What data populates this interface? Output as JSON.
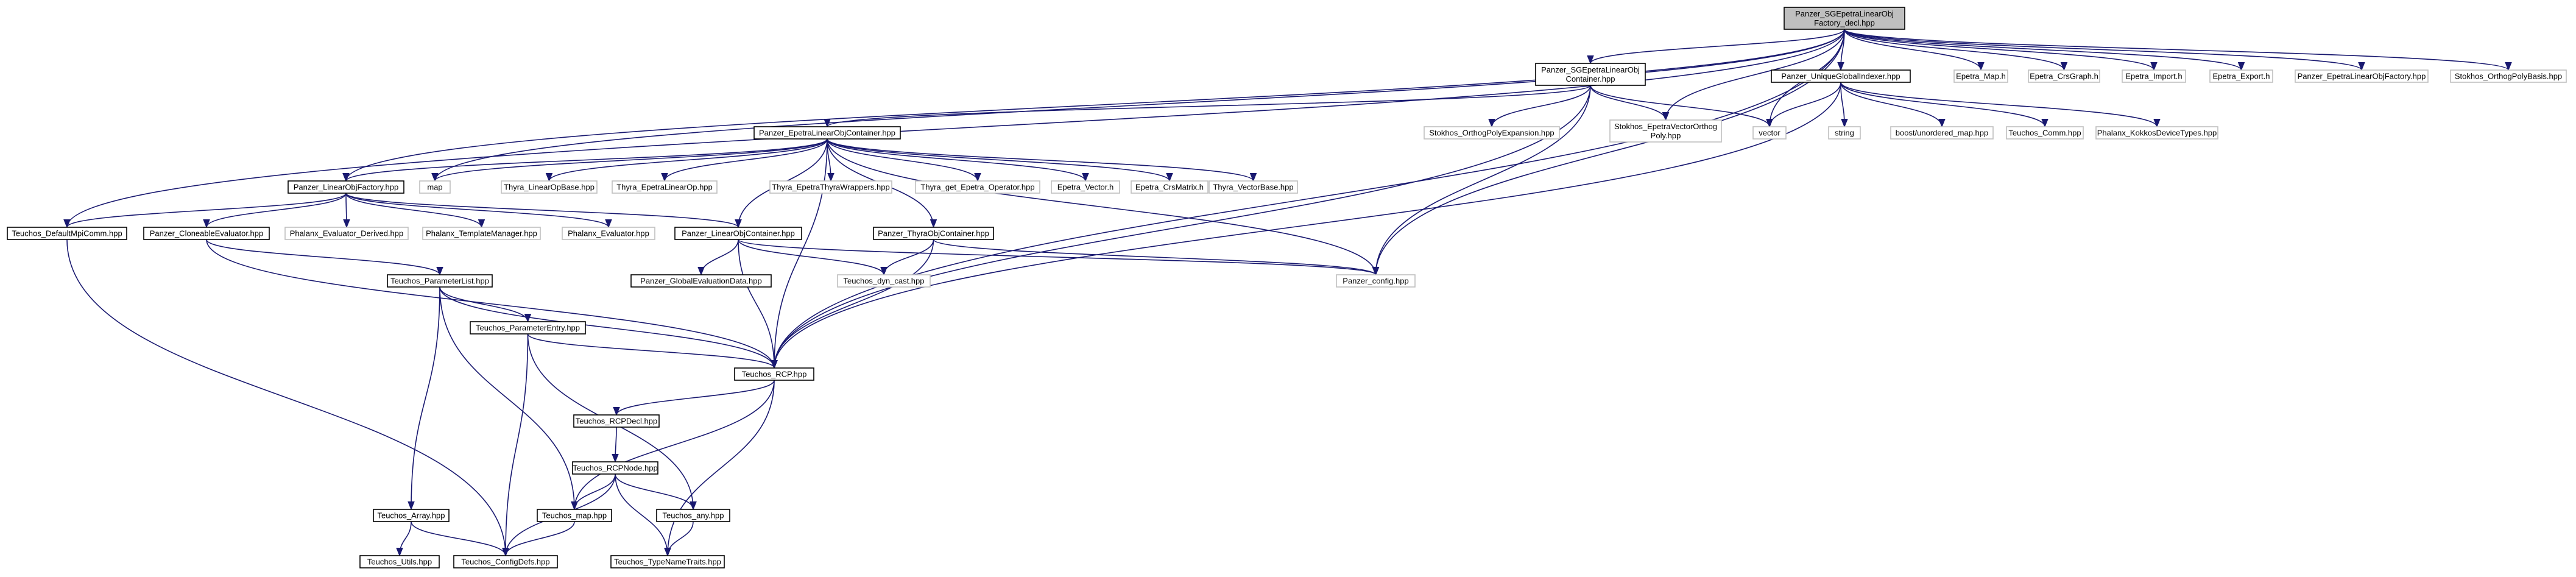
{
  "colors": {
    "edge": "#191970",
    "border_linked": "#000000",
    "border_external": "#bfbfbf",
    "root_fill": "#bfbfbf",
    "node_fill": "#ffffff"
  },
  "nodes": [
    {
      "id": "root",
      "lines": [
        "Panzer_SGEpetraLinearObj",
        "Factory_decl.hpp"
      ],
      "style": "root"
    },
    {
      "id": "sgcont",
      "lines": [
        "Panzer_SGEpetraLinearObj",
        "Container.hpp"
      ],
      "style": "linked"
    },
    {
      "id": "ugi",
      "lines": [
        "Panzer_UniqueGlobalIndexer.hpp"
      ],
      "style": "linked"
    },
    {
      "id": "emap",
      "lines": [
        "Epetra_Map.h"
      ],
      "style": "external"
    },
    {
      "id": "ecrs",
      "lines": [
        "Epetra_CrsGraph.h"
      ],
      "style": "external"
    },
    {
      "id": "eimp",
      "lines": [
        "Epetra_Import.h"
      ],
      "style": "external"
    },
    {
      "id": "eexp",
      "lines": [
        "Epetra_Export.h"
      ],
      "style": "external"
    },
    {
      "id": "pelof",
      "lines": [
        "Panzer_EpetraLinearObjFactory.hpp"
      ],
      "style": "external"
    },
    {
      "id": "sopb",
      "lines": [
        "Stokhos_OrthogPolyBasis.hpp"
      ],
      "style": "external"
    },
    {
      "id": "pelocont",
      "lines": [
        "Panzer_EpetraLinearObjContainer.hpp"
      ],
      "style": "linked"
    },
    {
      "id": "sope",
      "lines": [
        "Stokhos_OrthogPolyExpansion.hpp"
      ],
      "style": "external"
    },
    {
      "id": "sevop",
      "lines": [
        "Stokhos_EpetraVectorOrthog",
        "Poly.hpp"
      ],
      "style": "external"
    },
    {
      "id": "vector",
      "lines": [
        "vector"
      ],
      "style": "external"
    },
    {
      "id": "string",
      "lines": [
        "string"
      ],
      "style": "external"
    },
    {
      "id": "boostum",
      "lines": [
        "boost/unordered_map.hpp"
      ],
      "style": "external"
    },
    {
      "id": "tcomm",
      "lines": [
        "Teuchos_Comm.hpp"
      ],
      "style": "external"
    },
    {
      "id": "pkdt",
      "lines": [
        "Phalanx_KokkosDeviceTypes.hpp"
      ],
      "style": "external"
    },
    {
      "id": "plof",
      "lines": [
        "Panzer_LinearObjFactory.hpp"
      ],
      "style": "linked"
    },
    {
      "id": "map",
      "lines": [
        "map"
      ],
      "style": "external"
    },
    {
      "id": "tlob",
      "lines": [
        "Thyra_LinearOpBase.hpp"
      ],
      "style": "external"
    },
    {
      "id": "telo",
      "lines": [
        "Thyra_EpetraLinearOp.hpp"
      ],
      "style": "external"
    },
    {
      "id": "tetw",
      "lines": [
        "Thyra_EpetraThyraWrappers.hpp"
      ],
      "style": "external"
    },
    {
      "id": "tgeo",
      "lines": [
        "Thyra_get_Epetra_Operator.hpp"
      ],
      "style": "external"
    },
    {
      "id": "evec",
      "lines": [
        "Epetra_Vector.h"
      ],
      "style": "external"
    },
    {
      "id": "ecm",
      "lines": [
        "Epetra_CrsMatrix.h"
      ],
      "style": "external"
    },
    {
      "id": "tvb",
      "lines": [
        "Thyra_VectorBase.hpp"
      ],
      "style": "external"
    },
    {
      "id": "tdmc",
      "lines": [
        "Teuchos_DefaultMpiComm.hpp"
      ],
      "style": "linked"
    },
    {
      "id": "pce",
      "lines": [
        "Panzer_CloneableEvaluator.hpp"
      ],
      "style": "linked"
    },
    {
      "id": "ped",
      "lines": [
        "Phalanx_Evaluator_Derived.hpp"
      ],
      "style": "external"
    },
    {
      "id": "ptm",
      "lines": [
        "Phalanx_TemplateManager.hpp"
      ],
      "style": "external"
    },
    {
      "id": "pev",
      "lines": [
        "Phalanx_Evaluator.hpp"
      ],
      "style": "external"
    },
    {
      "id": "ploc",
      "lines": [
        "Panzer_LinearObjContainer.hpp"
      ],
      "style": "linked"
    },
    {
      "id": "ptoc",
      "lines": [
        "Panzer_ThyraObjContainer.hpp"
      ],
      "style": "linked"
    },
    {
      "id": "pcfg",
      "lines": [
        "Panzer_config.hpp"
      ],
      "style": "external"
    },
    {
      "id": "pged",
      "lines": [
        "Panzer_GlobalEvaluationData.hpp"
      ],
      "style": "linked"
    },
    {
      "id": "tdc",
      "lines": [
        "Teuchos_dyn_cast.hpp"
      ],
      "style": "external"
    },
    {
      "id": "tpl",
      "lines": [
        "Teuchos_ParameterList.hpp"
      ],
      "style": "linked"
    },
    {
      "id": "tpe",
      "lines": [
        "Teuchos_ParameterEntry.hpp"
      ],
      "style": "linked"
    },
    {
      "id": "trcp",
      "lines": [
        "Teuchos_RCP.hpp"
      ],
      "style": "linked"
    },
    {
      "id": "trcpd",
      "lines": [
        "Teuchos_RCPDecl.hpp"
      ],
      "style": "linked"
    },
    {
      "id": "trcpn",
      "lines": [
        "Teuchos_RCPNode.hpp"
      ],
      "style": "linked"
    },
    {
      "id": "tarr",
      "lines": [
        "Teuchos_Array.hpp"
      ],
      "style": "linked"
    },
    {
      "id": "tmap",
      "lines": [
        "Teuchos_map.hpp"
      ],
      "style": "linked"
    },
    {
      "id": "tany",
      "lines": [
        "Teuchos_any.hpp"
      ],
      "style": "linked"
    },
    {
      "id": "tut",
      "lines": [
        "Teuchos_Utils.hpp"
      ],
      "style": "linked"
    },
    {
      "id": "tcd",
      "lines": [
        "Teuchos_ConfigDefs.hpp"
      ],
      "style": "linked"
    },
    {
      "id": "ttnt",
      "lines": [
        "Teuchos_TypeNameTraits.hpp"
      ],
      "style": "linked"
    }
  ],
  "edges": [
    [
      "root",
      "sgcont"
    ],
    [
      "root",
      "ugi"
    ],
    [
      "root",
      "emap"
    ],
    [
      "root",
      "ecrs"
    ],
    [
      "root",
      "eimp"
    ],
    [
      "root",
      "eexp"
    ],
    [
      "root",
      "pelof"
    ],
    [
      "root",
      "sopb"
    ],
    [
      "root",
      "sevop"
    ],
    [
      "root",
      "vector"
    ],
    [
      "root",
      "plof"
    ],
    [
      "root",
      "map"
    ],
    [
      "root",
      "tdmc"
    ],
    [
      "root",
      "pcfg"
    ],
    [
      "root",
      "trcp"
    ],
    [
      "sgcont",
      "pelocont"
    ],
    [
      "sgcont",
      "sope"
    ],
    [
      "sgcont",
      "sevop"
    ],
    [
      "sgcont",
      "vector"
    ],
    [
      "sgcont",
      "pcfg"
    ],
    [
      "sgcont",
      "trcp"
    ],
    [
      "ugi",
      "vector"
    ],
    [
      "ugi",
      "string"
    ],
    [
      "ugi",
      "boostum"
    ],
    [
      "ugi",
      "tcomm"
    ],
    [
      "ugi",
      "pkdt"
    ],
    [
      "ugi",
      "trcp"
    ],
    [
      "pelocont",
      "plof"
    ],
    [
      "pelocont",
      "map"
    ],
    [
      "pelocont",
      "tlob"
    ],
    [
      "pelocont",
      "telo"
    ],
    [
      "pelocont",
      "tetw"
    ],
    [
      "pelocont",
      "tgeo"
    ],
    [
      "pelocont",
      "evec"
    ],
    [
      "pelocont",
      "ecm"
    ],
    [
      "pelocont",
      "tvb"
    ],
    [
      "pelocont",
      "ploc"
    ],
    [
      "pelocont",
      "ptoc"
    ],
    [
      "pelocont",
      "pcfg"
    ],
    [
      "pelocont",
      "trcp"
    ],
    [
      "plof",
      "tdmc"
    ],
    [
      "plof",
      "pce"
    ],
    [
      "plof",
      "ped"
    ],
    [
      "plof",
      "ptm"
    ],
    [
      "plof",
      "pev"
    ],
    [
      "plof",
      "ploc"
    ],
    [
      "pce",
      "tpl"
    ],
    [
      "pce",
      "trcp"
    ],
    [
      "ploc",
      "pged"
    ],
    [
      "ploc",
      "tdc"
    ],
    [
      "ploc",
      "pcfg"
    ],
    [
      "ploc",
      "trcp"
    ],
    [
      "ptoc",
      "tdc"
    ],
    [
      "ptoc",
      "pcfg"
    ],
    [
      "ptoc",
      "trcp"
    ],
    [
      "tdmc",
      "tcd"
    ],
    [
      "tpl",
      "tpe"
    ],
    [
      "tpl",
      "trcp"
    ],
    [
      "tpl",
      "tarr"
    ],
    [
      "tpl",
      "tmap"
    ],
    [
      "tpe",
      "trcp"
    ],
    [
      "tpe",
      "tany"
    ],
    [
      "tpe",
      "tcd"
    ],
    [
      "trcp",
      "trcpd"
    ],
    [
      "trcp",
      "tmap"
    ],
    [
      "trcp",
      "ttnt"
    ],
    [
      "trcpd",
      "trcpn"
    ],
    [
      "trcpn",
      "tmap"
    ],
    [
      "trcpn",
      "tany"
    ],
    [
      "trcpn",
      "tcd"
    ],
    [
      "trcpn",
      "ttnt"
    ],
    [
      "tarr",
      "tut"
    ],
    [
      "tarr",
      "tcd"
    ],
    [
      "tmap",
      "tcd"
    ],
    [
      "tany",
      "ttnt"
    ]
  ]
}
